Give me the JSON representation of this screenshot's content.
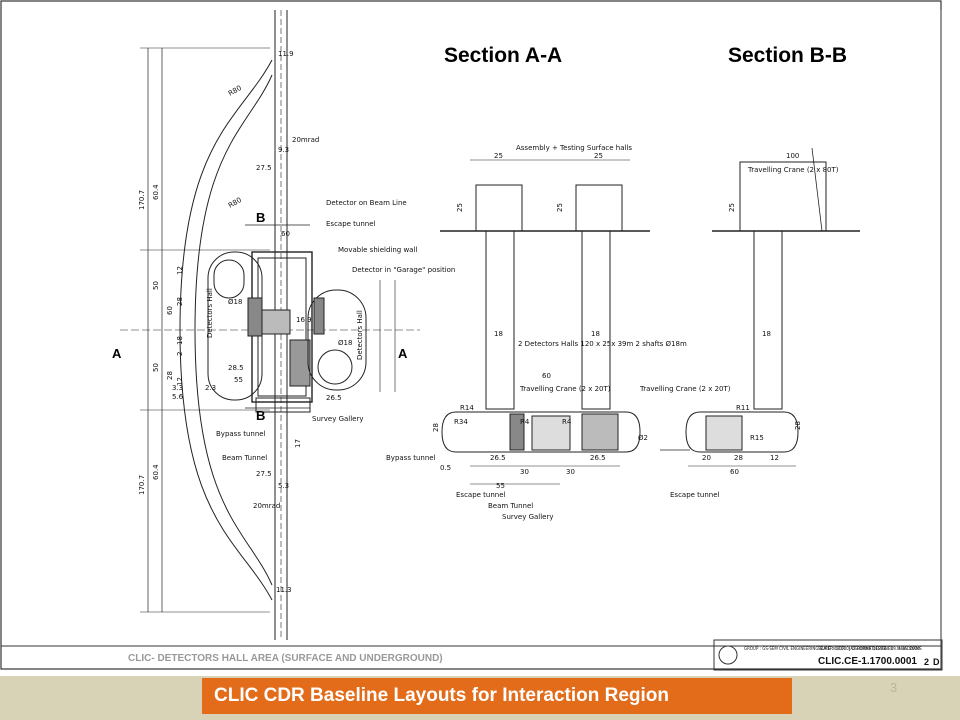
{
  "headings": {
    "section_aa": "Section A-A",
    "section_bb": "Section B-B"
  },
  "plan": {
    "marker_b": "B",
    "marker_a": "A",
    "dims_top": [
      "11.9",
      "9.3",
      "27.5",
      "60",
      "12",
      "16.9"
    ],
    "dims_left": [
      "170.7",
      "60.4",
      "50",
      "50",
      "60.4",
      "170.7"
    ],
    "dims_mid": [
      "12",
      "28",
      "60",
      "18",
      "28",
      "12",
      "2",
      "3.3",
      "2.3",
      "5.6",
      "55",
      "28.5",
      "26.5"
    ],
    "dims_bottom": [
      "27.5",
      "5.3",
      "11.3",
      "17"
    ],
    "radius_labels": [
      "R80",
      "R80",
      "Ø18",
      "Ø18"
    ],
    "angle_labels": [
      "20mrad",
      "20mrad"
    ],
    "labels": {
      "detectors_hall_left": "Detectors Hall",
      "detectors_hall_right": "Detectors Hall",
      "detector_beam": "Detector on Beam Line",
      "escape_tunnel": "Escape tunnel",
      "movable_wall": "Movable shielding wall",
      "detector_garage": "Detector in \"Garage\" position",
      "survey_gallery": "Survey Gallery",
      "bypass_tunnel": "Bypass tunnel",
      "beam_tunnel": "Beam Tunnel"
    }
  },
  "section_aa": {
    "assembly_label": "Assembly + Testing Surface halls",
    "dims_top": [
      "25",
      "25",
      "25",
      "25"
    ],
    "shaft_dims": [
      "18",
      "18"
    ],
    "halls_note": "2 Detectors Halls 120 x 25x 39m 2 shafts Ø18m",
    "dim_60": "60",
    "crane": "Travelling Crane (2 x 20T)",
    "radii": [
      "R14",
      "R4",
      "R34",
      "R4"
    ],
    "bottom_dims": [
      "26.5",
      "30",
      "30",
      "26.5",
      "55",
      "0.5",
      "28"
    ],
    "labels": {
      "bypass_tunnel": "Bypass tunnel",
      "escape_tunnel": "Escape tunnel",
      "beam_tunnel": "Beam Tunnel",
      "survey_gallery": "Survey Gallery"
    }
  },
  "section_bb": {
    "dim_100": "100",
    "crane_top": "Travelling Crane (2 x 80T)",
    "dim_25": "25",
    "shaft_dim": "18",
    "crane": "Travelling Crane (2 x 20T)",
    "radii": [
      "R11",
      "R15"
    ],
    "bottom_dims": [
      "20",
      "28",
      "12",
      "60",
      "28"
    ],
    "escape_tunnel": "Escape tunnel",
    "phi": "Ø2"
  },
  "title_block": {
    "drawing_title": "CLIC- DETECTORS HALL AREA (SURFACE AND UNDERGROUND)",
    "group": "GROUP : GS-SEM CIVIL ENGINEERING SUPERVISOR : J.OSBORNE DESIGNER : N.BADDAMS",
    "scale": "SCALE : 1/1000(A2 FORMAT) DATE : 19. AUG. 2010",
    "drawing_number": "CLIC.CE-1.1700.0001",
    "rev": "2",
    "size": "D"
  },
  "footer": {
    "banner": "CLIC CDR Baseline Layouts for Interaction Region",
    "page": "3"
  }
}
